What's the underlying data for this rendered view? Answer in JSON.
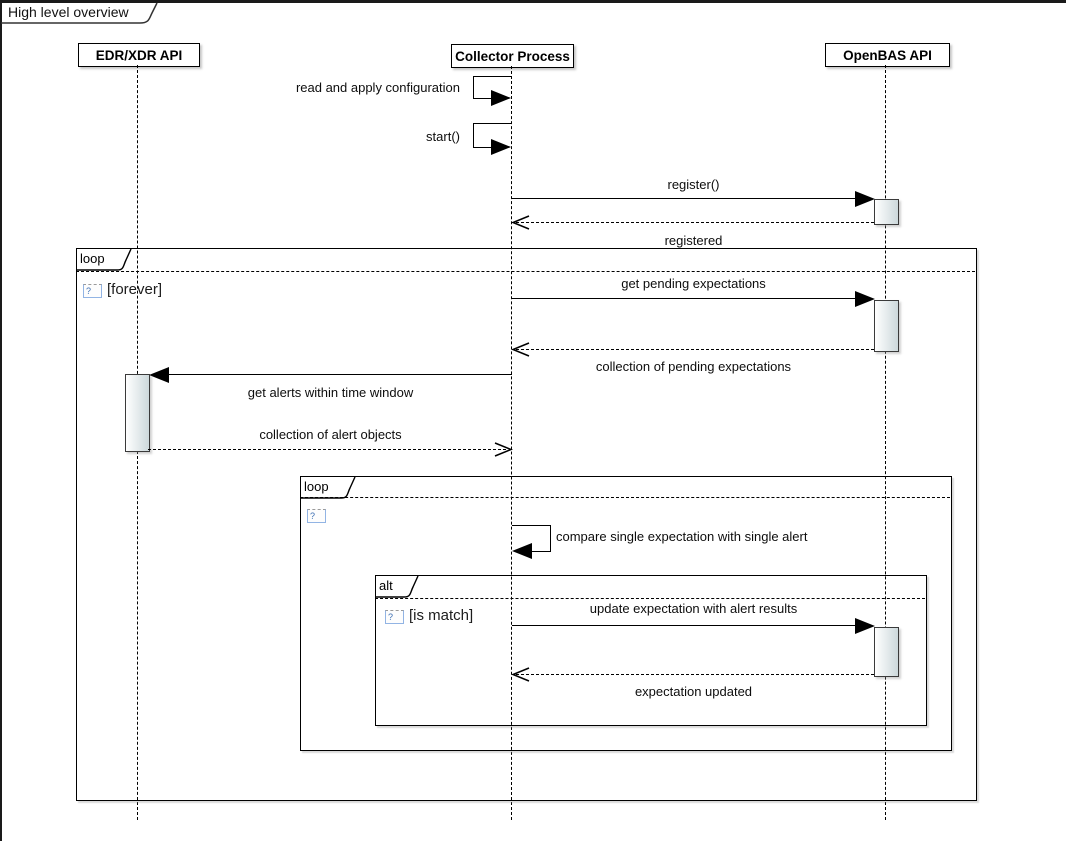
{
  "frame": {
    "title": "High level overview"
  },
  "participants": [
    {
      "name": "EDR/XDR API"
    },
    {
      "name": "Collector Process"
    },
    {
      "name": "OpenBAS API"
    }
  ],
  "messages": {
    "read_config": "read and apply configuration",
    "start": "start()",
    "register": "register()",
    "registered": "registered",
    "get_pending": "get pending expectations",
    "collection_pending": "collection of pending expectations",
    "get_alerts": "get alerts within time window",
    "collection_alerts": "collection of alert objects",
    "compare": "compare single expectation with single alert",
    "update": "update expectation with alert results",
    "updated": "expectation updated"
  },
  "fragments": {
    "outer_loop": {
      "operator": "loop",
      "guard": "[forever]"
    },
    "inner_loop": {
      "operator": "loop",
      "guard": ""
    },
    "alt": {
      "operator": "alt",
      "guard": "[is match]"
    }
  },
  "icons": {
    "broken_image_glyph": "?"
  },
  "colors": {
    "line": "#000000",
    "activation_gradient_end": "#ccd8db",
    "broken_icon_border": "#92b4e4",
    "broken_icon_glyph": "#3d6fb4",
    "page_border": "#1a1a1a"
  }
}
